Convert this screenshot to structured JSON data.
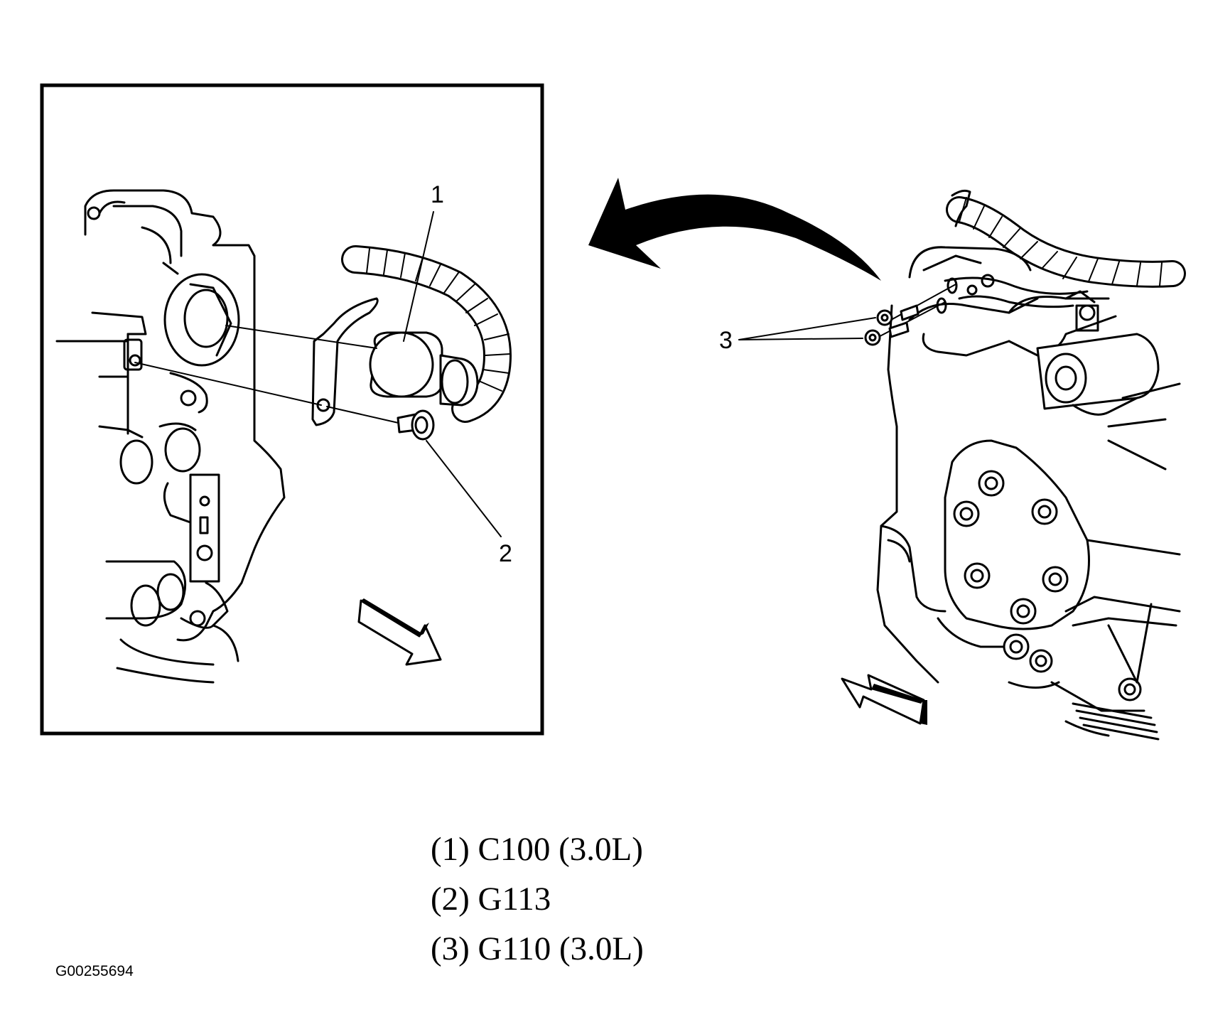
{
  "callouts": {
    "c1": "1",
    "c2": "2",
    "c3": "3"
  },
  "legend": {
    "items": [
      "(1) C100 (3.0L)",
      "(2) G113",
      "(3) G110 (3.0L)"
    ]
  },
  "figure_id": "G00255694"
}
